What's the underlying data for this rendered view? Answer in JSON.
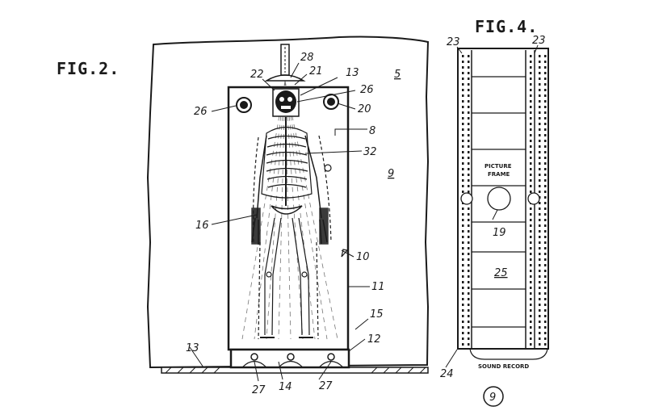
{
  "fig2": {
    "title": "FIG.2.",
    "labels": {
      "l28": "28",
      "l21": "21",
      "l22": "22",
      "l13a": "13",
      "l26a": "26",
      "l5": "5",
      "l26b": "26",
      "l20": "20",
      "l8": "8",
      "l32": "32",
      "l9": "9",
      "l16": "16",
      "l10": "10",
      "l11": "11",
      "l15": "15",
      "l12": "12",
      "l13b": "13",
      "l27a": "27",
      "l14": "14",
      "l27b": "27"
    }
  },
  "fig4": {
    "title": "FIG.4.",
    "labels": {
      "l23a": "23",
      "l23b": "23",
      "l19": "19",
      "l25": "25",
      "l24": "24"
    },
    "picture_frame": [
      "PICTURE",
      "FRAME"
    ],
    "sound_record": "SOUND RECORD"
  },
  "bottom_label": "9"
}
